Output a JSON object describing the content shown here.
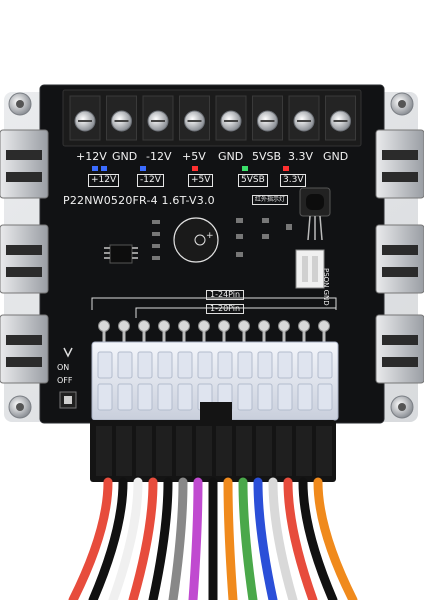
{
  "board": {
    "rails": [
      "+12V",
      "GND",
      "-12V",
      "+5V",
      "GND",
      "5VSB",
      "3.3V",
      "GND"
    ],
    "rail_boxes": [
      "+12V",
      "-12V",
      "+5V",
      "5VSB",
      "3.3V"
    ],
    "model": "P22NW0520FR-4  1.6T-V3.0",
    "ir_label": "红外指示灯",
    "pin24_label": "1-24Pin",
    "pin20_label": "1-20Pin",
    "pson_label": "PSON GND",
    "switch_on": "ON",
    "switch_off": "OFF"
  },
  "colors": {
    "pcb": "#111214",
    "acrylic": "#c9ccd0",
    "terminal": "#1b1b1b",
    "led_blue": "#3b6cff",
    "led_red": "#ff3030",
    "led_green": "#3be06a",
    "connector": "#e8ecf4"
  }
}
